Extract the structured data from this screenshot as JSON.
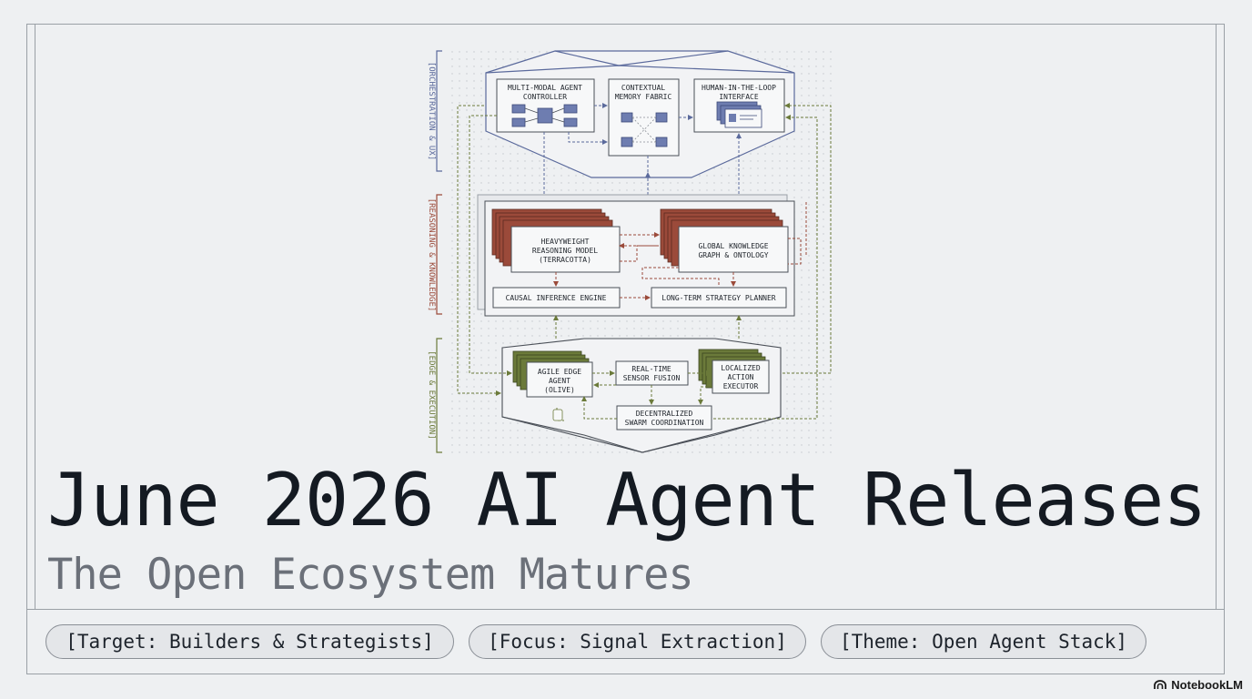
{
  "title": "June 2026 AI Agent Releases",
  "subtitle": "The Open Ecosystem Matures",
  "pills": [
    "[Target: Builders & Strategists]",
    "[Focus: Signal Extraction]",
    "[Theme: Open Agent Stack]"
  ],
  "brand": {
    "name": "NotebookLM",
    "icon": "notebooklm-logo-icon"
  },
  "diagram": {
    "layers": [
      {
        "label": "[ORCHESTRATION & UX]",
        "color": "#5b6a9c"
      },
      {
        "label": "[REASONING & KNOWLEDGE]",
        "color": "#9b4a3a"
      },
      {
        "label": "[EDGE & EXECUTION]",
        "color": "#6b7a3a"
      }
    ],
    "nodes": {
      "controller": [
        "MULTI-MODAL AGENT",
        "CONTROLLER"
      ],
      "memory": [
        "CONTEXTUAL",
        "MEMORY FABRIC"
      ],
      "hitl": [
        "HUMAN-IN-THE-LOOP",
        "INTERFACE"
      ],
      "reasoning": [
        "HEAVYWEIGHT",
        "REASONING MODEL",
        "(TERRACOTTA)"
      ],
      "knowledge": [
        "GLOBAL KNOWLEDGE",
        "GRAPH & ONTOLOGY"
      ],
      "causal": "CAUSAL INFERENCE ENGINE",
      "strategy": "LONG-TERM STRATEGY PLANNER",
      "edge_agent": [
        "AGILE EDGE",
        "AGENT",
        "(OLIVE)"
      ],
      "sensor": [
        "REAL-TIME",
        "SENSOR FUSION"
      ],
      "executor": [
        "LOCALIZED",
        "ACTION",
        "EXECUTOR"
      ],
      "swarm": [
        "DECENTRALIZED",
        "SWARM COORDINATION"
      ]
    },
    "colors": {
      "blue": "#5b6a9c",
      "terracotta": "#9b4a3a",
      "olive": "#6b7a3a",
      "line": "#4a4f57"
    }
  }
}
